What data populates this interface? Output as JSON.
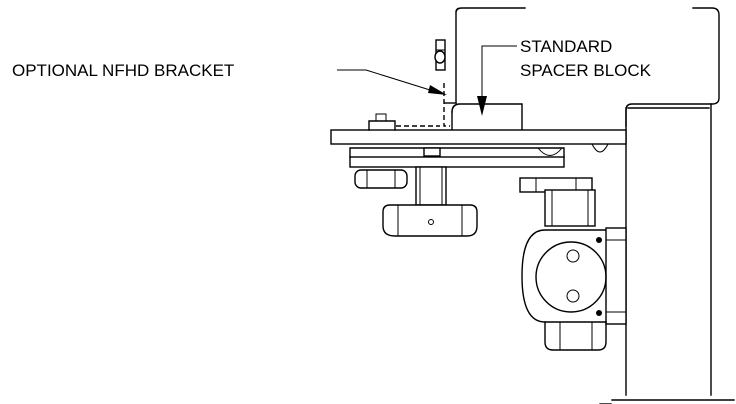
{
  "callouts": {
    "bracket": "OPTIONAL NFHD BRACKET",
    "spacer_line1": "STANDARD",
    "spacer_line2": "SPACER BLOCK"
  },
  "colors": {
    "line": "#000000",
    "background": "#ffffff"
  }
}
